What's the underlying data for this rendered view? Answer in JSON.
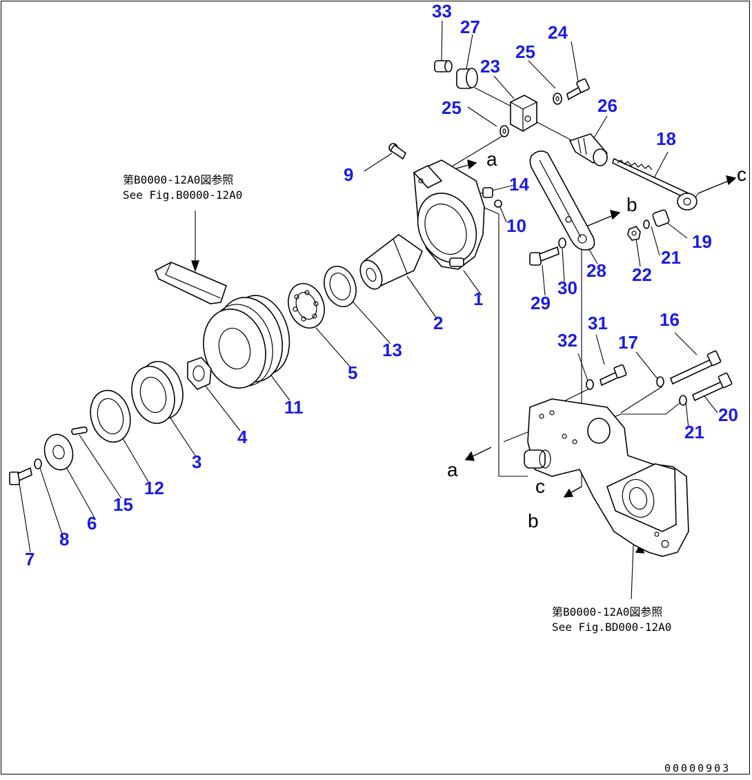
{
  "drawing_id": "00000903",
  "reference_note_top": {
    "line1": "第B0000-12A0図参照",
    "line2": "See Fig.B0000-12A0"
  },
  "reference_note_bottom": {
    "line1": "第B0000-12A0図参照",
    "line2": "See Fig.BD000-12A0"
  },
  "link_letters": {
    "a": "a",
    "b": "b",
    "c": "c"
  },
  "callouts": [
    "1",
    "2",
    "3",
    "4",
    "5",
    "6",
    "7",
    "8",
    "9",
    "10",
    "11",
    "12",
    "13",
    "14",
    "15",
    "16",
    "17",
    "18",
    "19",
    "20",
    "21",
    "22",
    "23",
    "24",
    "25",
    "26",
    "27",
    "28",
    "29",
    "30",
    "31",
    "32",
    "33"
  ],
  "colors": {
    "callout": "#1a1ae6",
    "line": "#000000",
    "background": "#ffffff"
  }
}
